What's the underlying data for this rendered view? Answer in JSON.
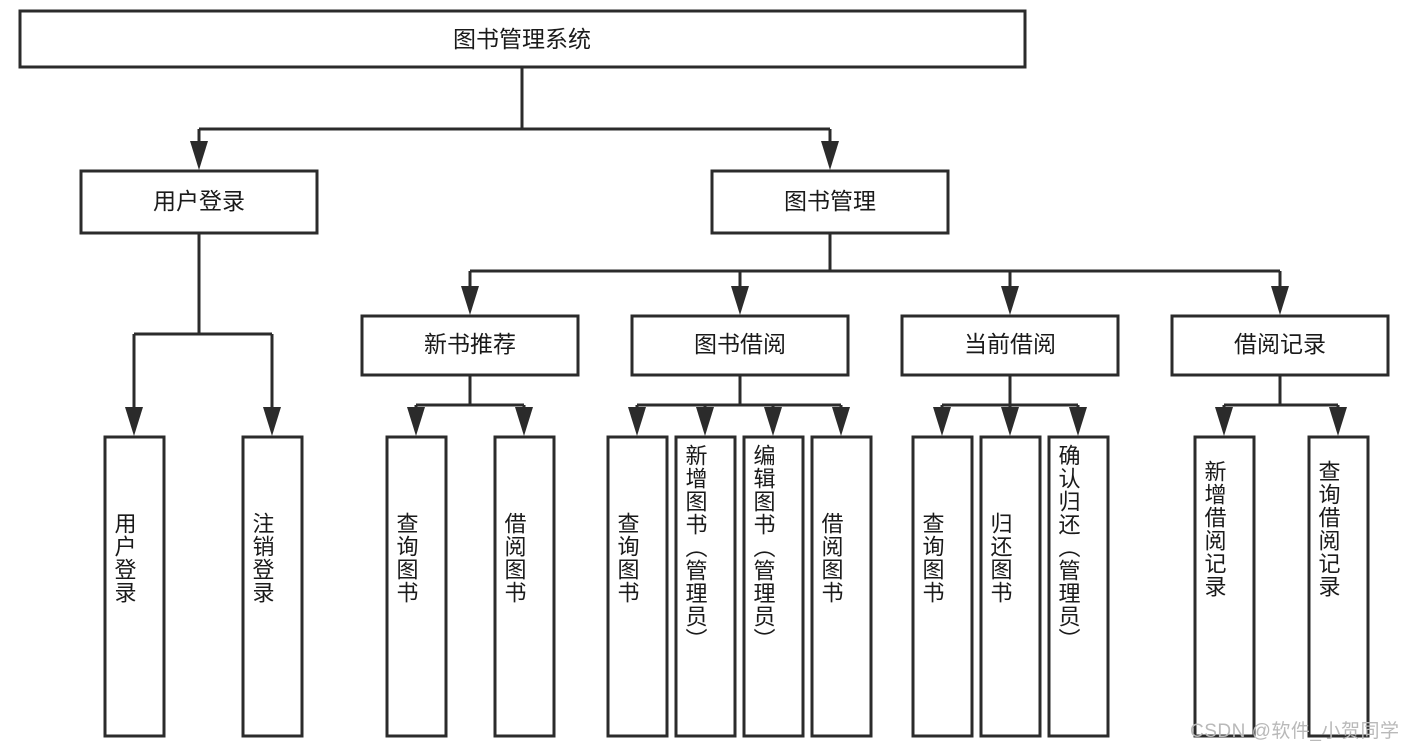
{
  "diagram": {
    "type": "hierarchy-tree",
    "title": "图书管理系统",
    "watermark": "CSDN @软件_小贺同学",
    "colors": {
      "stroke": "#2b2b2b",
      "fill": "#ffffff",
      "text": "#1a1a1a",
      "watermark": "#b9b9b9"
    },
    "root": {
      "label": "图书管理系统"
    },
    "level2": [
      {
        "label": "用户登录"
      },
      {
        "label": "图书管理"
      }
    ],
    "level3": [
      {
        "label": "新书推荐"
      },
      {
        "label": "图书借阅"
      },
      {
        "label": "当前借阅"
      },
      {
        "label": "借阅记录"
      }
    ],
    "leaves": {
      "user_login": [
        {
          "label": "用户登录"
        },
        {
          "label": "注销登录"
        }
      ],
      "new_book_recommend": [
        {
          "label": "查询图书"
        },
        {
          "label": "借阅图书"
        }
      ],
      "book_borrow": [
        {
          "label": "查询图书"
        },
        {
          "label": "新增图书（管理员）"
        },
        {
          "label": "编辑图书（管理员）"
        },
        {
          "label": "借阅图书"
        }
      ],
      "current_borrow": [
        {
          "label": "查询图书"
        },
        {
          "label": "归还图书"
        },
        {
          "label": "确认归还（管理员）"
        }
      ],
      "borrow_record": [
        {
          "label": "新增借阅记录"
        },
        {
          "label": "查询借阅记录"
        }
      ]
    }
  }
}
